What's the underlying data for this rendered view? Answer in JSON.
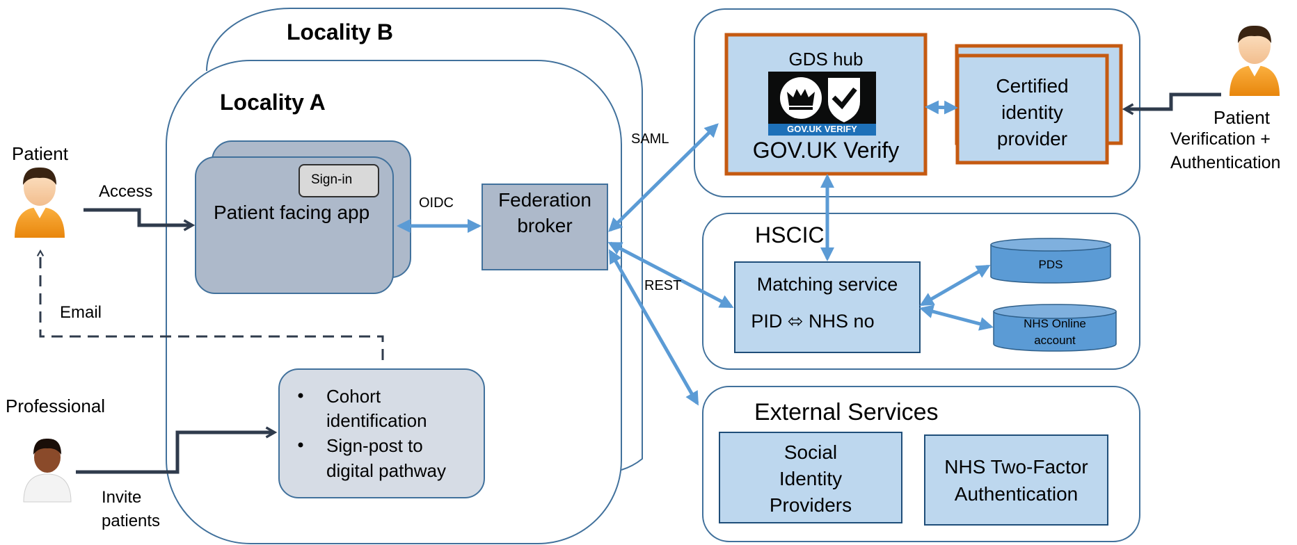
{
  "localities": {
    "locality_b": "Locality B",
    "locality_a": "Locality A"
  },
  "actors": {
    "patient_left": "Patient",
    "professional": "Professional",
    "patient_right": "Patient"
  },
  "edge_labels": {
    "access": "Access",
    "email": "Email",
    "invite_line1": "Invite",
    "invite_line2": "patients",
    "oidc": "OIDC",
    "saml": "SAML",
    "rest": "REST",
    "verification_line1": "Verification +",
    "verification_line2": "Authentication"
  },
  "app": {
    "sign_in": "Sign-in",
    "name": "Patient facing app"
  },
  "broker": {
    "line1": "Federation",
    "line2": "broker"
  },
  "cohort": {
    "bullet1_line1": "Cohort",
    "bullet1_line2": "identification",
    "bullet2_line1": "Sign-post to",
    "bullet2_line2": "digital pathway"
  },
  "gds": {
    "hub": "GDS hub",
    "logo_text": "GOV.UK VERIFY",
    "verify": "GOV.UK Verify"
  },
  "certified": {
    "line1": "Certified",
    "line2": "identity",
    "line3": "provider"
  },
  "hscic": {
    "title": "HSCIC",
    "matching_line1": "Matching service",
    "matching_line2": "PID ⬄ NHS no",
    "pds": "PDS",
    "nhs_online_line1": "NHS Online",
    "nhs_online_line2": "account"
  },
  "external": {
    "title": "External Services",
    "social_line1": "Social",
    "social_line2": "Identity",
    "social_line3": "Providers",
    "twofactor_line1": "NHS Two-Factor",
    "twofactor_line2": "Authentication"
  },
  "colors": {
    "outline_blue": "#41719c",
    "fill_light_blue": "#bdd7ee",
    "fill_grey_blue": "#adb9ca",
    "fill_pale": "#d6dce5",
    "arrow_blue": "#5b9bd5",
    "arrow_dark": "#2f3b4c",
    "orange_border": "#c55a11",
    "logo_bg": "#1d70b8"
  },
  "icons": [
    "person-icon",
    "crown-icon",
    "tick-shield-icon"
  ]
}
